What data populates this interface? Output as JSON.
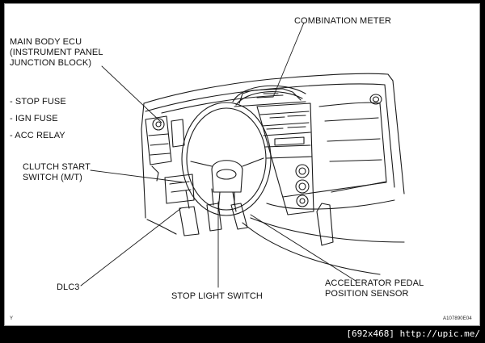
{
  "labels": {
    "combination_meter": "COMBINATION METER",
    "main_body_ecu": "MAIN BODY ECU\n(INSTRUMENT PANEL\nJUNCTION BLOCK)",
    "stop_fuse": "- STOP FUSE",
    "ign_fuse": "- IGN FUSE",
    "acc_relay": "- ACC RELAY",
    "clutch_start_switch": "CLUTCH START\nSWITCH (M/T)",
    "dlc3": "DLC3",
    "stop_light_switch": "STOP LIGHT SWITCH",
    "accelerator_pedal": "ACCELERATOR PEDAL\nPOSITION SENSOR"
  },
  "corner": {
    "left_mark": "Y",
    "figure_code": "A107890E04"
  },
  "footer": {
    "watermark": "[692x468] http://upic.me/"
  }
}
